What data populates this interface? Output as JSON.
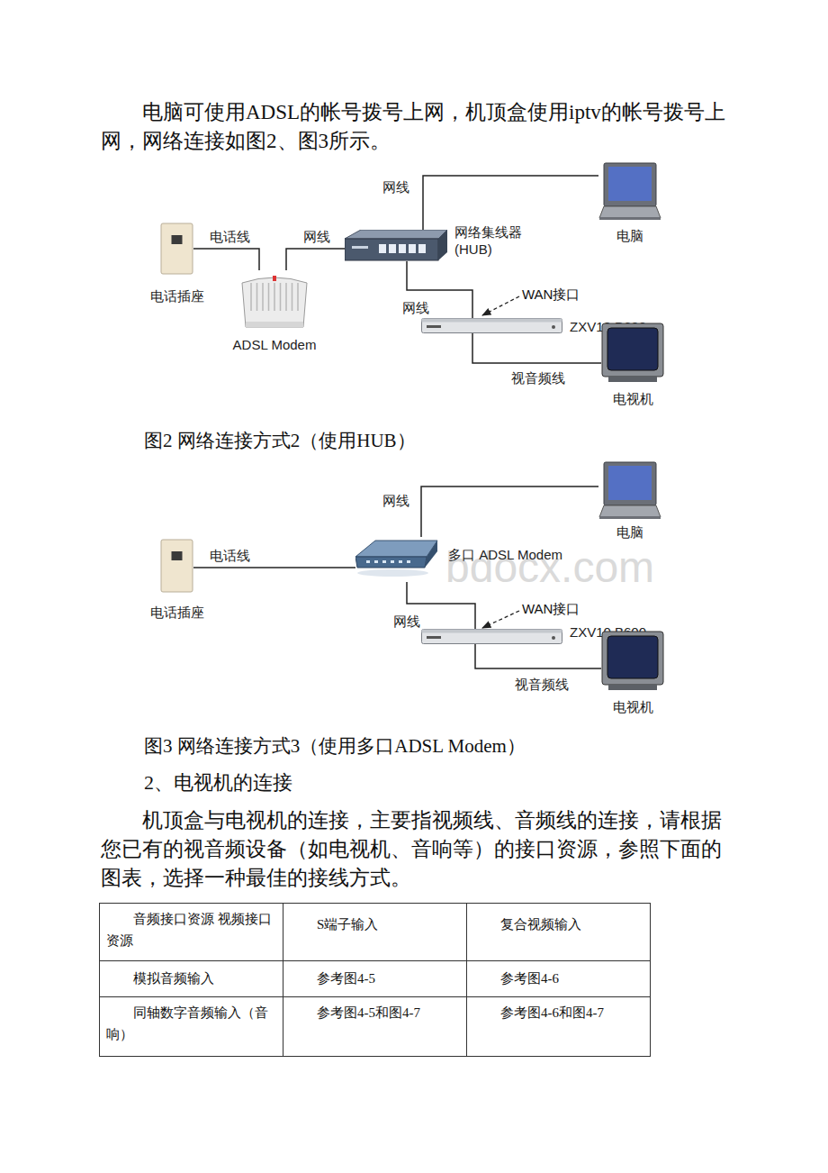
{
  "diagram": {
    "nodes": [
      {
        "text": [
          "电话插座"
        ]
      },
      {
        "text": [
          "ADSL Modem"
        ]
      },
      {
        "text": [
          "网络集线器 (HUB)"
        ]
      },
      {
        "text": [
          "电脑"
        ]
      },
      {
        "text": [
          "ZXV10 B600"
        ]
      },
      {
        "text": [
          "电视机"
        ]
      },
      {
        "text": [
          "电话插座"
        ]
      },
      {
        "text": [
          "多口 ADSL Modem"
        ]
      },
      {
        "text": [
          "电脑"
        ]
      },
      {
        "text": [
          "ZXV10 B600"
        ]
      },
      {
        "text": [
          "电视机"
        ]
      }
    ],
    "edges": [
      {
        "from": 0,
        "to": 1,
        "label": "电话线",
        "arrow": "none"
      },
      {
        "from": 1,
        "to": 2,
        "label": "网线",
        "arrow": "none"
      },
      {
        "from": 2,
        "to": 3,
        "label": "网线",
        "arrow": "none"
      },
      {
        "from": 2,
        "to": 4,
        "label": "网线",
        "arrow": "none"
      },
      {
        "from": 4,
        "to": 5,
        "label": "视音频线",
        "arrow": "none"
      },
      {
        "from": 6,
        "to": 7,
        "label": "电话线",
        "arrow": "none"
      },
      {
        "from": 7,
        "to": 8,
        "label": "网线",
        "arrow": "none"
      },
      {
        "from": 7,
        "to": 9,
        "label": "网线",
        "arrow": "none"
      },
      {
        "from": 9,
        "to": 10,
        "label": "视音频线",
        "arrow": "none"
      }
    ],
    "labels": [
      "电脑可使用ADSL的帐号拨号上网，机顶盒使用iptv的帐号拨号上网，网络连接如图2、图3所示。",
      "WAN接口",
      "图2 网络连接方式2（使用HUB）",
      "WAN接口",
      "bdocx.com",
      "图3 网络连接方式3（使用多口ADSL Modem）",
      "2、电视机的连接",
      "机顶盒与电视机的连接，主要指视频线、音频线的连接，请根据您已有的视音频设备（如电视机、音响等）的接口资源，参照下面的图表，选择一种最佳的接线方式。",
      "音频接口资源 视频接口资源",
      "S端子输入",
      "复合视频输入",
      "模拟音频输入",
      "参考图4-5",
      "参考图4-6",
      "同轴数字音频输入（音响）",
      "参考图4-5和图4-7",
      "参考图4-6和图4-7"
    ]
  }
}
